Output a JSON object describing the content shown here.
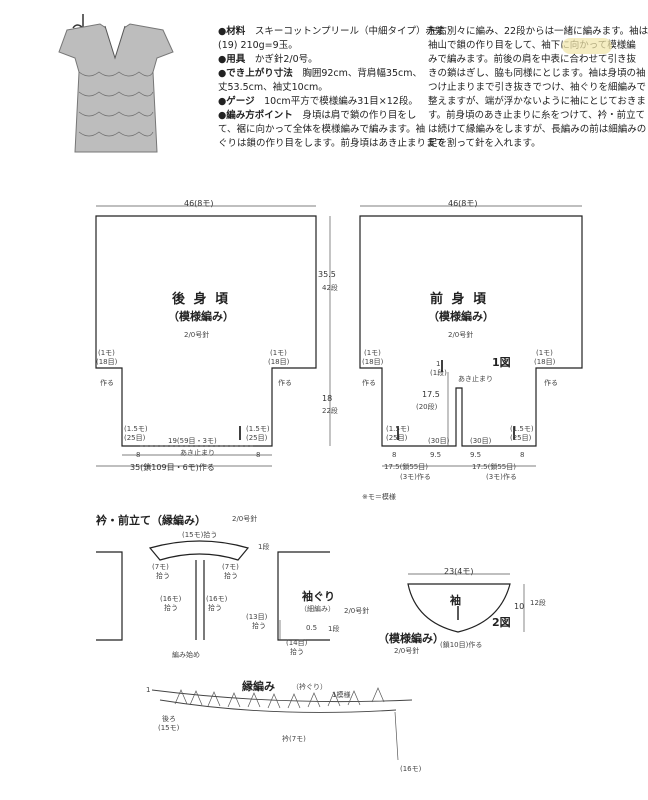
{
  "materials": {
    "lines": [
      {
        "key": "材料",
        "text": "スキーコットンプリール（中細タイプ）赤紫"
      },
      {
        "key": "",
        "text": "(19) 210g=9玉。"
      },
      {
        "key": "用具",
        "text": "かぎ針2/0号。"
      },
      {
        "key": "でき上がり寸法",
        "text": "胸囲92cm、背肩幅35cm、"
      },
      {
        "key": "",
        "text": "丈53.5cm、袖丈10cm。"
      },
      {
        "key": "ゲージ",
        "text": "10cm平方で模様編み31目×12段。"
      },
      {
        "key": "編み方ポイント",
        "text": "身頃は肩で鎖の作り目をし"
      },
      {
        "key": "",
        "text": "て、裾に向かって全体を模様編みで編みます。袖"
      },
      {
        "key": "",
        "text": "ぐりは鎖の作り目をします。前身頃はあき止まりまで"
      }
    ],
    "right_lines": [
      "左右別々に編み、22段からは一緒に編みます。袖は",
      "袖山で鎖の作り目をして、袖下に向かって模様編",
      "みで編みます。前後の肩を中表に合わせて引き抜",
      "きの鎖はぎし、脇も同様にとじます。袖は身頃の袖",
      "つけ止まりまで引き抜きでつけ、袖ぐりを細編みで",
      "整えますが、端が浮かないように袖にとじておきま",
      "す。前身頃のあき止まりに糸をつけて、衿・前立て",
      "は続けて縁編みをしますが、長編みの前は細編みの",
      "足を割って針を入れます。"
    ]
  },
  "back": {
    "title": "後 身 頃",
    "sub": "（模様編み）",
    "needle": "2/0号針",
    "top_width": "46(8モ)",
    "length_total": "35.5",
    "length_rows": "42段",
    "side_length": "18",
    "side_rows": "22段",
    "side_left": "(1モ)",
    "side_left2": "(18目)",
    "make": "作る",
    "bottom_left": "(1.5モ)",
    "bottom_left2": "(25目)",
    "bottom_center": "19(59目・3モ)",
    "bottom_center_note": "あき止まり",
    "bottom_edge_l": "8",
    "bottom_edge_r": "8",
    "bottom_total": "35(鎖109目・6モ)作る"
  },
  "front": {
    "title": "前 身 頃",
    "sub": "（模様編み）",
    "needle": "2/0号針",
    "top_width": "46(8モ)",
    "fig": "1図",
    "open_label": "あき止まり",
    "open_len": "17.5",
    "open_rows": "(20段)",
    "open_one": "1",
    "open_one_rows": "(1段)",
    "side_left": "(1モ)",
    "side_left2": "(18目)",
    "make": "作る",
    "bottom_left": "(1.5モ)",
    "bottom_left2": "(25目)",
    "mid_l": "(30目)",
    "mid_r": "(30目)",
    "bl_l": "8",
    "bl_m1": "9.5",
    "bl_m2": "9.5",
    "bl_r": "8",
    "make_l": "17.5(鎖55目)",
    "make_l2": "(3モ)作る",
    "make_r": "17.5(鎖55目)",
    "make_r2": "(3モ)作る"
  },
  "note": "※モ＝模様",
  "collar": {
    "title": "衿・前立て（縁編み）",
    "needle": "2/0号針",
    "pick15": "(15モ)拾う",
    "pick7a": "(7モ)",
    "pick7a2": "拾う",
    "pick7b": "(7モ)",
    "pick7b2": "拾う",
    "pick16a": "(16モ)",
    "pick16a2": "拾う",
    "pick16b": "(16モ)",
    "pick16b2": "拾う",
    "pick1": "1段",
    "start": "編み始め"
  },
  "armhole": {
    "title": "袖ぐり",
    "sub": "（細編み）",
    "needle": "2/0号針",
    "p13": "(13目)",
    "p13b": "拾う",
    "p14": "(14目)",
    "p14b": "拾う",
    "rows": "0.5",
    "rows2": "1段"
  },
  "sleeve": {
    "title": "袖",
    "width": "23(4モ)",
    "length": "10",
    "rows": "12段",
    "stitch": "（模様編み）",
    "needle": "2/0号針",
    "make": "(鎖10目)作る",
    "fig": "2図"
  },
  "edge": {
    "title": "縁編み",
    "sub": "（衿ぐり）",
    "one": "1",
    "one_pattern": "1模様",
    "back": "後ろ",
    "back2": "(15モ)",
    "collar": "衿(7モ)",
    "front": "(16モ)"
  }
}
